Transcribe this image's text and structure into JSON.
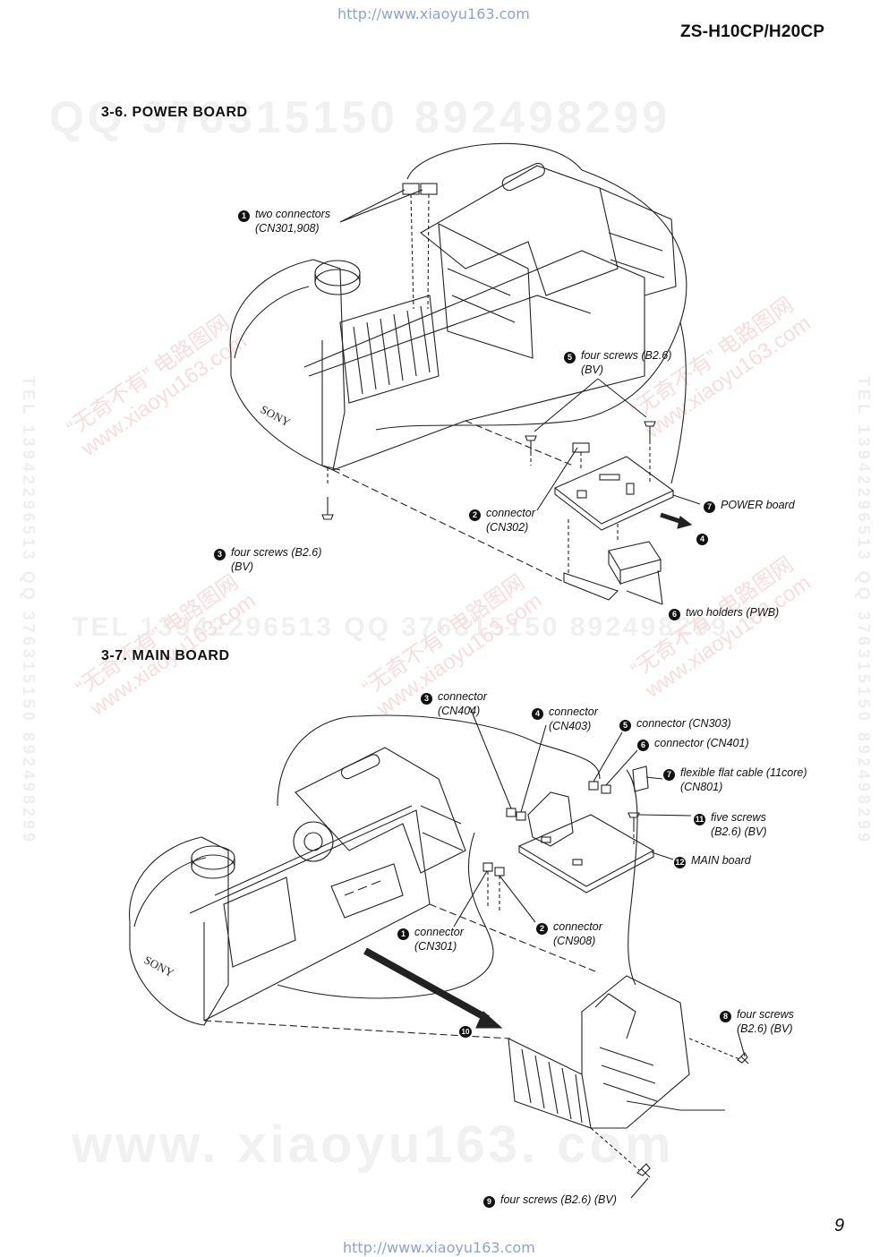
{
  "header": {
    "url_top": "http://www.xiaoyu163.com",
    "model": "ZS-H10CP/H20CP"
  },
  "footer": {
    "url_bottom": "http://www.xiaoyu163.com",
    "page_number": "9"
  },
  "watermarks": {
    "qq_line": "QQ 376315150   892498299",
    "tel_line": "TEL 13942296513   QQ 376315150   892498299",
    "www_line": "www. xiaoyu163. com",
    "vertical_left": "TEL 13942296513   QQ 376315150   892498299",
    "vertical_right": "TEL 13942296513   QQ 376315150   892498299",
    "diag_cn": "“无奇不有” 电路图网",
    "diag_www": "www.xiaoyu163.com"
  },
  "power_board": {
    "title": "3-6.  POWER  BOARD",
    "device_logo": "SONY",
    "callouts": [
      {
        "num": "1",
        "lines": [
          "two connectors",
          "(CN301,908)"
        ]
      },
      {
        "num": "2",
        "lines": [
          "connector",
          "(CN302)"
        ]
      },
      {
        "num": "3",
        "lines": [
          "four screws (B2.6)",
          "(BV)"
        ]
      },
      {
        "num": "4",
        "lines": [
          ""
        ]
      },
      {
        "num": "5",
        "lines": [
          "four screws (B2.6)",
          "(BV)"
        ]
      },
      {
        "num": "6",
        "lines": [
          "two holders (PWB)"
        ]
      },
      {
        "num": "7",
        "lines": [
          "POWER board"
        ]
      }
    ]
  },
  "main_board": {
    "title": "3-7.  MAIN  BOARD",
    "device_logo": "SONY",
    "callouts": [
      {
        "num": "1",
        "lines": [
          "connector",
          "(CN301)"
        ]
      },
      {
        "num": "2",
        "lines": [
          "connector",
          "(CN908)"
        ]
      },
      {
        "num": "3",
        "lines": [
          "connector",
          "(CN404)"
        ]
      },
      {
        "num": "4",
        "lines": [
          "connector",
          "(CN403)"
        ]
      },
      {
        "num": "5",
        "lines": [
          "connector (CN303)"
        ]
      },
      {
        "num": "6",
        "lines": [
          "connector (CN401)"
        ]
      },
      {
        "num": "7",
        "lines": [
          "flexible flat cable (11core)",
          "(CN801)"
        ]
      },
      {
        "num": "8",
        "lines": [
          "four screws",
          "(B2.6) (BV)"
        ]
      },
      {
        "num": "9",
        "lines": [
          "four screws (B2.6) (BV)"
        ]
      },
      {
        "num": "10",
        "lines": [
          ""
        ]
      },
      {
        "num": "11",
        "lines": [
          "five screws",
          "(B2.6) (BV)"
        ]
      },
      {
        "num": "12",
        "lines": [
          "MAIN board"
        ]
      }
    ]
  }
}
